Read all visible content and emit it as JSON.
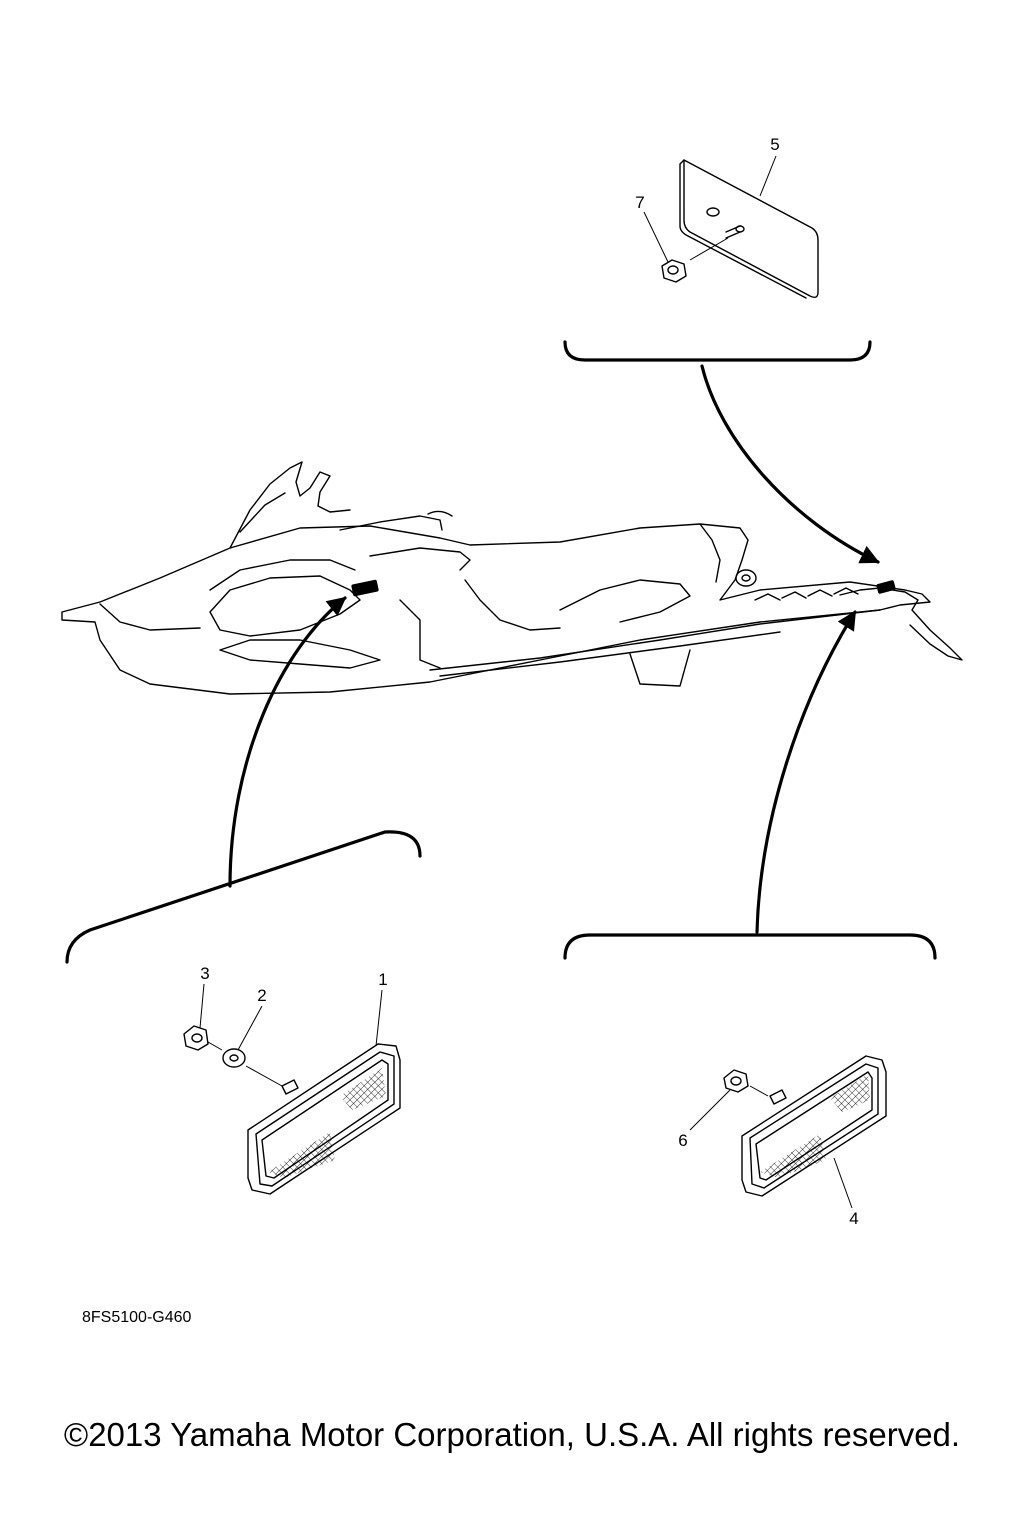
{
  "diagram": {
    "callouts": [
      {
        "id": "1",
        "label": "1"
      },
      {
        "id": "2",
        "label": "2"
      },
      {
        "id": "3",
        "label": "3"
      },
      {
        "id": "4",
        "label": "4"
      },
      {
        "id": "5",
        "label": "5"
      },
      {
        "id": "6",
        "label": "6"
      },
      {
        "id": "7",
        "label": "7"
      }
    ]
  },
  "footer": {
    "drawing_code": "8FS5100-G460",
    "copyright": "©2013 Yamaha Motor Corporation, U.S.A. All rights reserved."
  },
  "colors": {
    "line": "#000000",
    "background": "#ffffff"
  }
}
